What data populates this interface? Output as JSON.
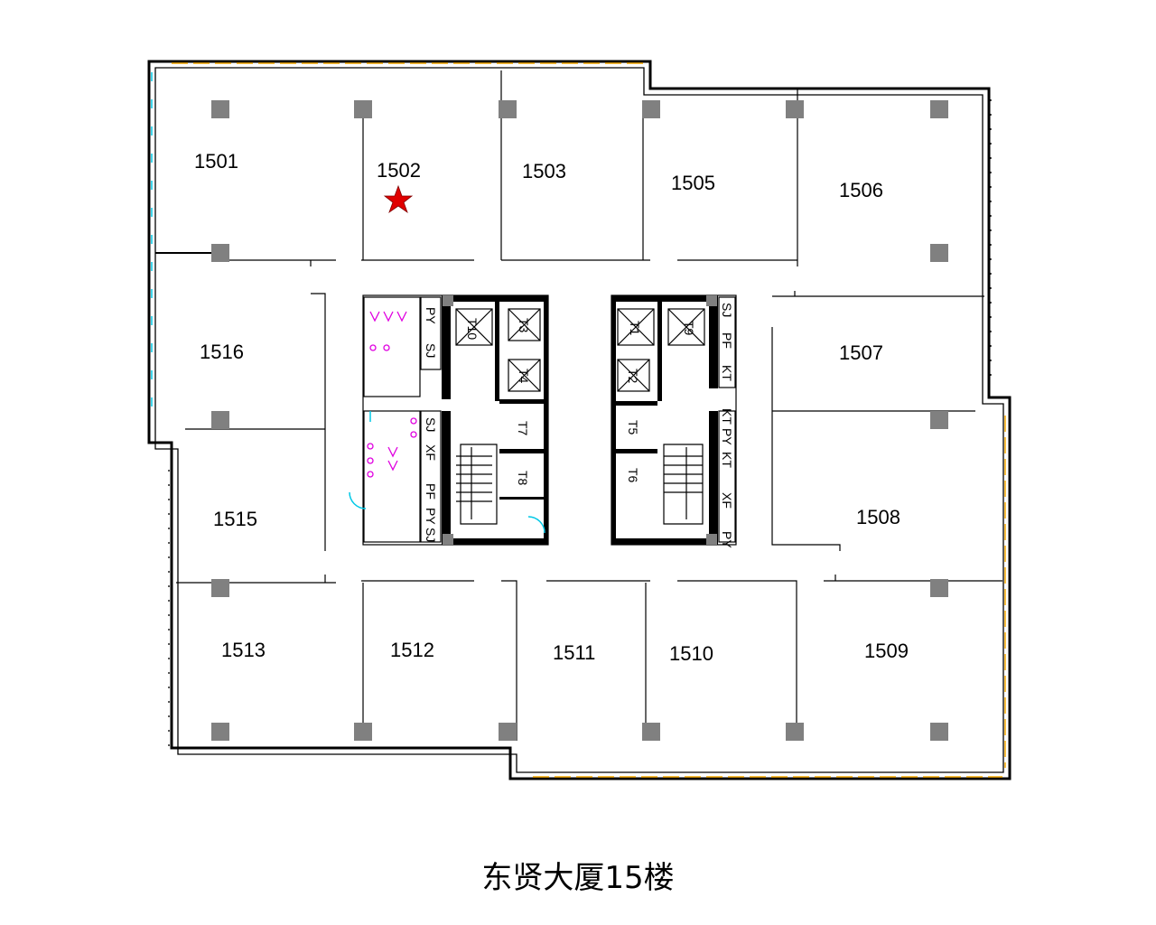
{
  "title": "东贤大厦15楼",
  "rooms": [
    {
      "id": "1501",
      "label": "1501"
    },
    {
      "id": "1502",
      "label": "1502"
    },
    {
      "id": "1503",
      "label": "1503"
    },
    {
      "id": "1505",
      "label": "1505"
    },
    {
      "id": "1506",
      "label": "1506"
    },
    {
      "id": "1507",
      "label": "1507"
    },
    {
      "id": "1508",
      "label": "1508"
    },
    {
      "id": "1509",
      "label": "1509"
    },
    {
      "id": "1510",
      "label": "1510"
    },
    {
      "id": "1511",
      "label": "1511"
    },
    {
      "id": "1512",
      "label": "1512"
    },
    {
      "id": "1513",
      "label": "1513"
    },
    {
      "id": "1515",
      "label": "1515"
    },
    {
      "id": "1516",
      "label": "1516"
    }
  ],
  "marker": {
    "room": "1502",
    "icon": "star-icon",
    "color": "#e00000"
  },
  "elevators": [
    "T1",
    "T2",
    "T3",
    "T4",
    "T5",
    "T6",
    "T7",
    "T8",
    "T9",
    "T10"
  ],
  "shafts": [
    "PY",
    "SJ",
    "SJ",
    "XF",
    "PF",
    "PY",
    "SJ",
    "PF",
    "KT",
    "KT",
    "PY",
    "KT",
    "XF",
    "SJ",
    "PY"
  ],
  "colors": {
    "wall": "#000000",
    "column": "#808080",
    "window": "#f5a800",
    "door": "#00c8e6",
    "fixture": "#e000e0"
  }
}
